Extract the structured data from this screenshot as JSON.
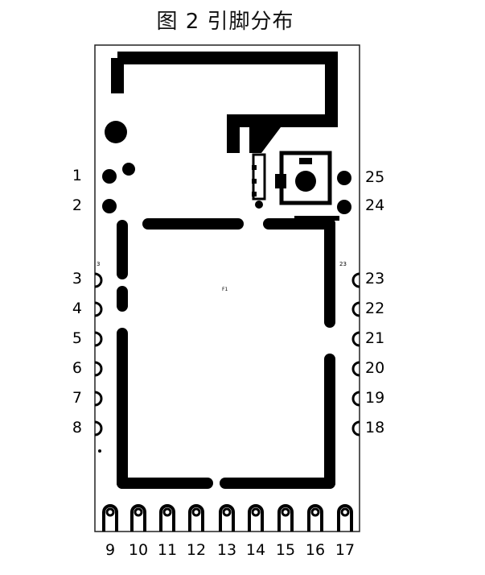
{
  "figure": {
    "title": "图 2 引脚分布"
  },
  "pins": {
    "left": [
      {
        "label": "1"
      },
      {
        "label": "2"
      },
      {
        "label": "3"
      },
      {
        "label": "4"
      },
      {
        "label": "5"
      },
      {
        "label": "6"
      },
      {
        "label": "7"
      },
      {
        "label": "8"
      }
    ],
    "bottom": [
      {
        "label": "9"
      },
      {
        "label": "10"
      },
      {
        "label": "11"
      },
      {
        "label": "12"
      },
      {
        "label": "13"
      },
      {
        "label": "14"
      },
      {
        "label": "15"
      },
      {
        "label": "16"
      },
      {
        "label": "17"
      }
    ],
    "right": [
      {
        "label": "25"
      },
      {
        "label": "24"
      },
      {
        "label": "23"
      },
      {
        "label": "22"
      },
      {
        "label": "21"
      },
      {
        "label": "20"
      },
      {
        "label": "19"
      },
      {
        "label": "18"
      }
    ]
  },
  "silkscreen": {
    "pin3_mark": "3",
    "pin23_mark": "23",
    "center_mark": "F1"
  }
}
